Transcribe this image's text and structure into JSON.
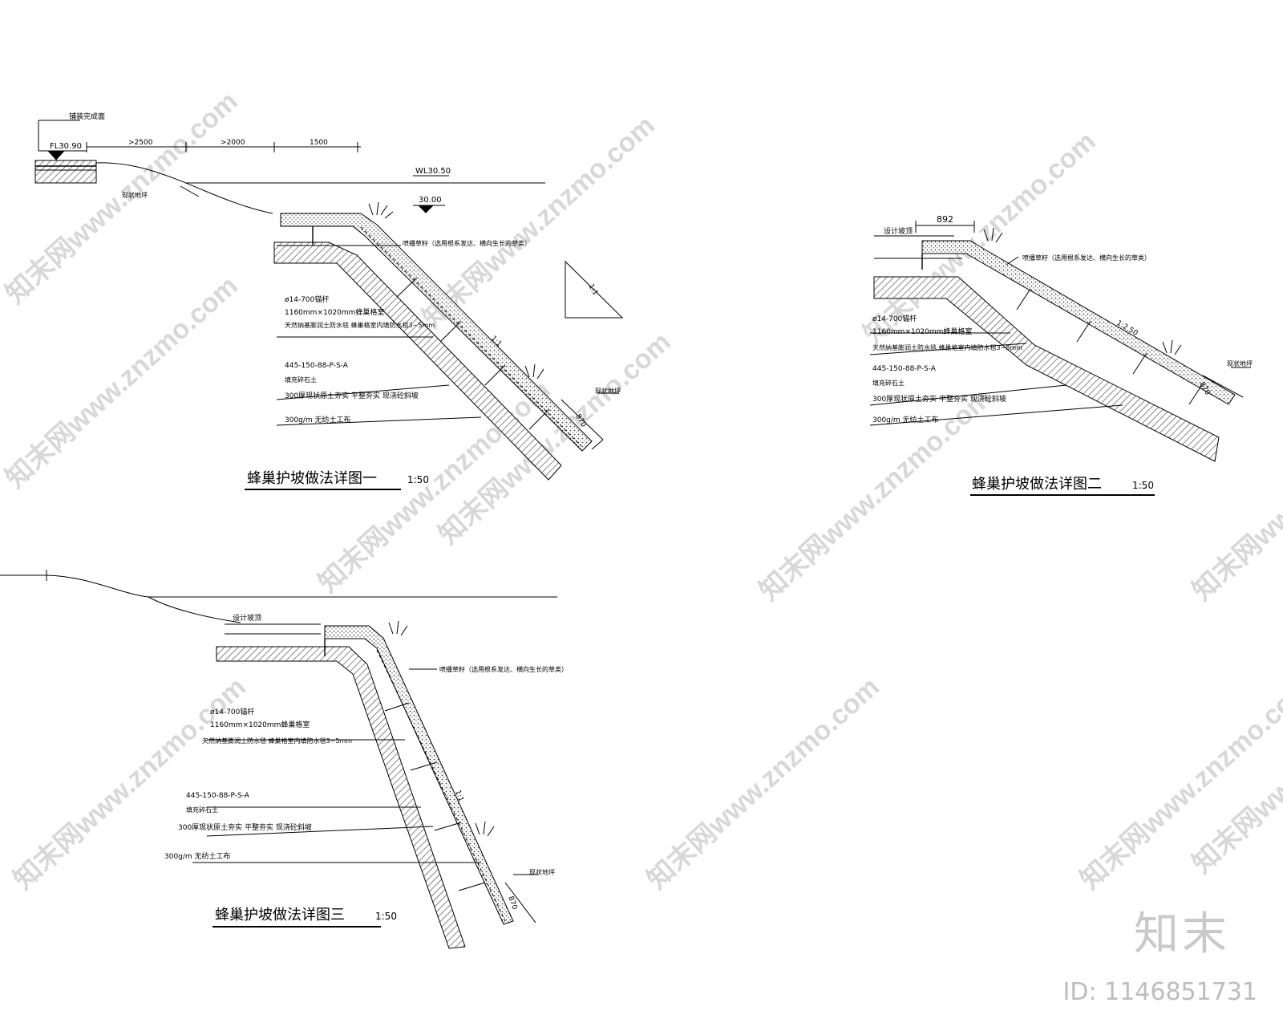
{
  "watermark": {
    "site": "知末网www.znzmo.com",
    "brand": "知末",
    "image_id": "ID: 1146851731"
  },
  "detail1": {
    "title": "蜂巢护坡做法详图一",
    "scale": "1:50",
    "paving_label": "铺装完成面",
    "fl_level": "FL30.90",
    "dims": [
      ">2500",
      ">2000",
      "1500"
    ],
    "wl_level": "WL30.50",
    "level_3000": "30.00",
    "existing_ground": "现状地坪",
    "existing_ground_2": "现状地坪",
    "grass_note": "喷播草籽（选用根系发达、横向生长的草类）",
    "slope_ratio": "1:1",
    "slope_ratio_tri": "1:1",
    "thickness": "870",
    "notes": [
      "ø14-700锚杆",
      "1160mm×1020mm蜂巢格室",
      "天然纳基膨润土防水毯 蜂巢格室内填防水毯3~5mm",
      "445-150-88-P-S-A",
      "填充碎石土",
      "300厚现状原土夯实 平整夯实 现浇砼斜坡",
      "300g/m 无纺土工布"
    ]
  },
  "detail2": {
    "title": "蜂巢护坡做法详图二",
    "scale": "1:50",
    "dim": "892",
    "design_level": "设计坡顶",
    "grass_note": "喷播草籽（选用根系发达、横向生长的草类）",
    "slope_ratio": "1:2.50",
    "existing_ground": "现状地坪",
    "thickness": "870",
    "notes": [
      "ø14-700锚杆",
      "1160mm×1020mm蜂巢格室",
      "天然纳基膨润土防水毯 蜂巢格室内填防水毯3~5mm",
      "445-150-88-P-S-A",
      "填充碎石土",
      "300厚现状原土夯实 平整夯实 现浇砼斜坡",
      "300g/m 无纺土工布"
    ]
  },
  "detail3": {
    "title": "蜂巢护坡做法详图三",
    "scale": "1:50",
    "design_level": "设计坡顶",
    "grass_note": "喷播草籽（选用根系发达、横向生长的草类）",
    "slope_ratio": "1:1",
    "existing_ground": "现状地坪",
    "thickness": "870",
    "notes": [
      "ø14-700锚杆",
      "1160mm×1020mm蜂巢格室",
      "天然纳基膨润土防水毯 蜂巢格室内填防水毯3~5mm",
      "445-150-88-P-S-A",
      "填充碎石土",
      "300厚现状原土夯实 平整夯实 现浇砼斜坡",
      "300g/m 无纺土工布"
    ]
  }
}
